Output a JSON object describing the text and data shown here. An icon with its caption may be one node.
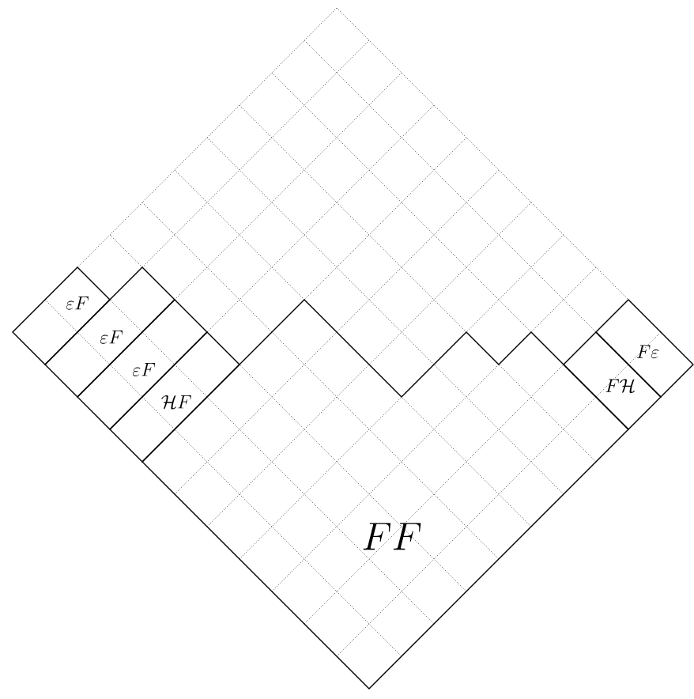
{
  "diagram": {
    "nodes": [
      {
        "text": [
          "\\varepsilon F"
        ]
      },
      {
        "text": [
          "\\varepsilon F"
        ]
      },
      {
        "text": [
          "\\varepsilon F"
        ]
      },
      {
        "text": [
          "\\mathcal{H}F"
        ]
      },
      {
        "text": [
          "F\\varepsilon"
        ]
      },
      {
        "text": [
          "F\\mathcal{H}"
        ]
      },
      {
        "text": [
          "FF"
        ]
      }
    ]
  }
}
